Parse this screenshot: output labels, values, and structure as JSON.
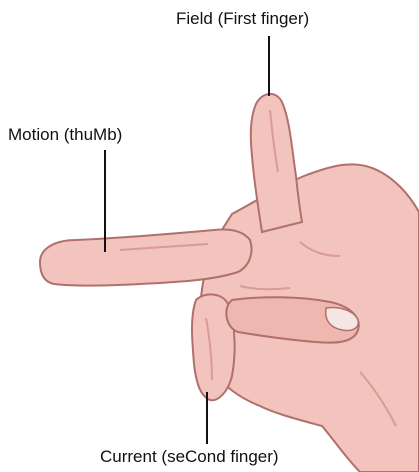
{
  "labels": {
    "field": "Field (First finger)",
    "motion": "Motion (thuMb)",
    "current": "Current (seCond finger)"
  },
  "colors": {
    "skin": "#f2c4bd",
    "skin_shadow": "#d99b95",
    "outline": "#b0706b",
    "nail": "#f6e6e3",
    "leader": "#111111"
  }
}
